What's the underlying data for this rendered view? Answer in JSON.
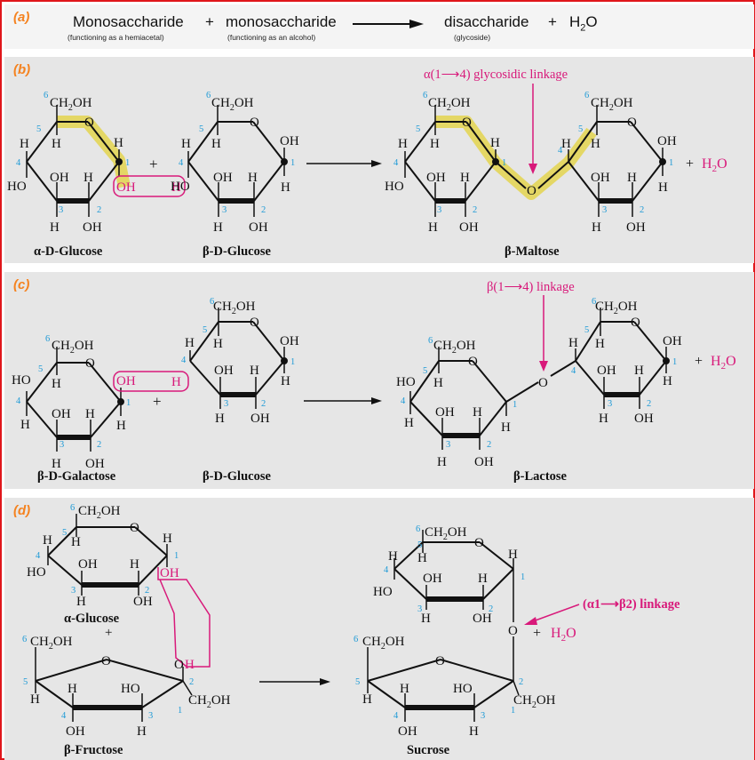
{
  "panels": {
    "a": {
      "label": "(a)"
    },
    "b": {
      "label": "(b)"
    },
    "c": {
      "label": "(c)"
    },
    "d": {
      "label": "(d)"
    }
  },
  "equation": {
    "term1": "Monosaccharide",
    "term1_note": "(functioning as a hemiacetal)",
    "plus1": "+",
    "term2": "monosaccharide",
    "term2_note": "(functioning as an alcohol)",
    "product": "disaccharide",
    "product_note": "(glycoside)",
    "plus2": "+",
    "water": "H",
    "water_sub": "2",
    "water_tail": "O"
  },
  "names": {
    "b1": "α-D-Glucose",
    "b2": "β-D-Glucose",
    "b3": "β-Maltose",
    "c1": "β-D-Galactose",
    "c2": "β-D-Glucose",
    "c3": "β-Lactose",
    "d1": "α-Glucose",
    "d1plus": "+",
    "d2": "β-Fructose",
    "d3": "Sucrose"
  },
  "linkages": {
    "b": "α(1⟶4) glycosidic linkage",
    "c": "β(1⟶4) linkage",
    "d": "(α1⟶β2) linkage"
  },
  "groups": {
    "ch2oh": "CH",
    "ch2oh_sub": "2",
    "ch2oh_tail": "OH",
    "oh": "OH",
    "ho": "HO",
    "h": "H",
    "o": "O",
    "plus": "+",
    "h2o": "H",
    "h2o_sub": "2",
    "h2o_tail": "O"
  },
  "colors": {
    "border": "#e0161b",
    "panel_bg": "#e6e6e6",
    "panel_label": "#f5821f",
    "highlight": "#e3d44d",
    "magenta": "#d8197a",
    "carbon_number": "#1e9ad6"
  }
}
